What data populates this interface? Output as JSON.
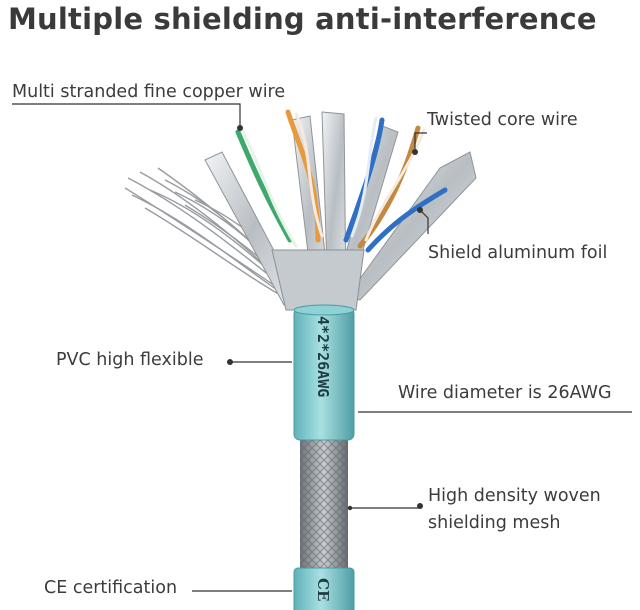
{
  "title": "Multiple shielding anti-interference",
  "labels": {
    "copper": "Multi stranded fine copper wire",
    "twisted": "Twisted core wire",
    "foil": "Shield aluminum foil",
    "pvc": "PVC high flexible",
    "diameter": "Wire diameter is 26AWG",
    "mesh_line1": "High density woven",
    "mesh_line2": "shielding mesh",
    "ce": "CE certification"
  },
  "cable_print": {
    "spec": "4*2*26AWG",
    "mark": "CE"
  },
  "colors": {
    "jacket": "#7cc8cc",
    "braid": "#9aa0a6",
    "foil": "#d4d7db",
    "pair_blue": "#2f6fc4",
    "pair_orange": "#e79a3a",
    "pair_green": "#3fa86b",
    "pair_brown": "#b07a3a"
  }
}
